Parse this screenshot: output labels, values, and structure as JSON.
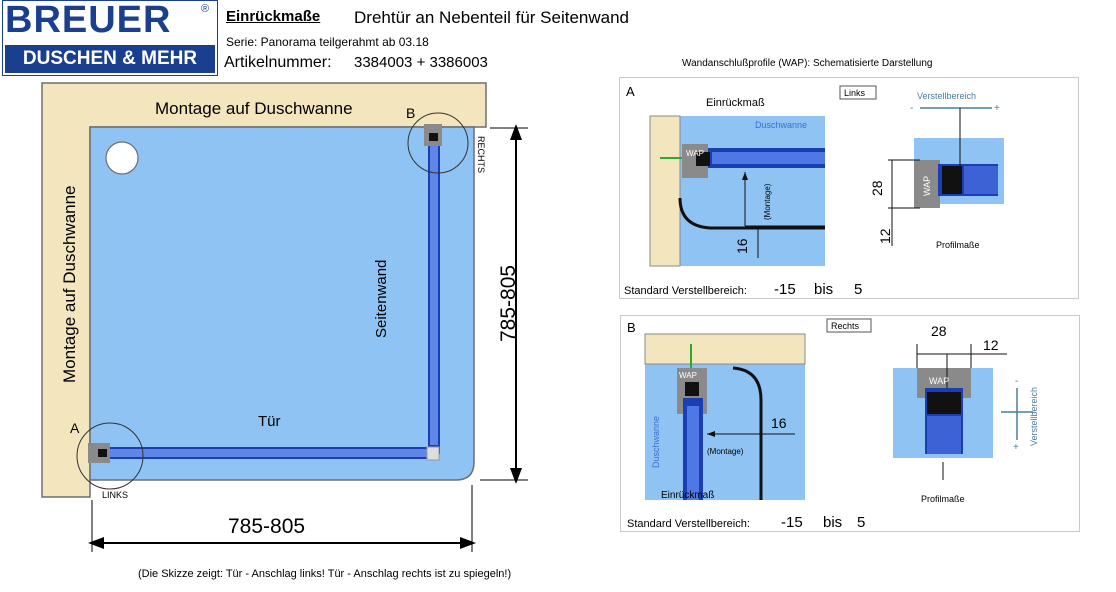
{
  "logo": {
    "line1": "BREUER",
    "line2": "DUSCHEN & MEHR",
    "reg": "®"
  },
  "header": {
    "title": "Einrückmaße",
    "subtitle": "Drehtür an Nebenteil für Seitenwand",
    "serie": "Serie: Panorama teilgerahmt ab 03.18",
    "article_label": "Artikelnummer:",
    "article_value": "3384003 + 3386003"
  },
  "plan": {
    "top_wall": "Montage auf Duschwanne",
    "left_wall": "Montage auf Duschwanne",
    "side_wall": "Seitenwand",
    "door": "Tür",
    "label_a": "A",
    "label_b": "B",
    "links": "LINKS",
    "rechts": "RECHTS",
    "dim_vertical": "785-805",
    "dim_horizontal": "785-805",
    "colors": {
      "tray": "#8ec3f3",
      "wall": "#f3e6bf",
      "profile": "#1b3fb0"
    }
  },
  "wap_title": "Wandanschlußprofile (WAP): Schematisierte Darstellung",
  "panel_a": {
    "letter": "A",
    "einrueckmass": "Einrückmaß",
    "side_tag": "Links",
    "verstellbereich": "Verstellbereich",
    "minus": "-",
    "plus": "+",
    "duschwanne": "Duschwanne",
    "wap": "WAP",
    "montage": "(Montage)",
    "dim_16": "16",
    "dim_28": "28",
    "dim_12": "12",
    "profilmasse": "Profilmaße",
    "std_label": "Standard Verstellbereich:",
    "std_from": "-15",
    "std_bis": "bis",
    "std_to": "5"
  },
  "panel_b": {
    "letter": "B",
    "side_tag": "Rechts",
    "wap_left": "WAP",
    "wap_right": "WAP",
    "duschwanne": "Duschwanne",
    "montage": "(Montage)",
    "dim_16": "16",
    "dim_28": "28",
    "dim_12": "12",
    "verstellbereich": "Verstellbereich",
    "minus": "-",
    "plus": "+",
    "einrueckmass": "Einrückmaß",
    "profilmasse": "Profilmaße",
    "std_label": "Standard Verstellbereich:",
    "std_from": "-15",
    "std_bis": "bis",
    "std_to": "5"
  },
  "caption": "(Die Skizze zeigt: Tür - Anschlag links! Tür - Anschlag rechts ist zu spiegeln!)"
}
